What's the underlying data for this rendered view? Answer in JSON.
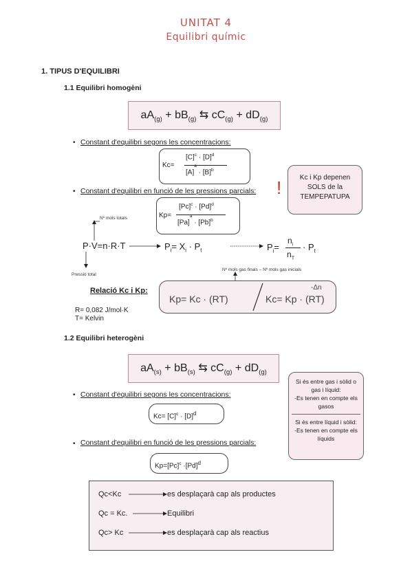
{
  "header": {
    "unit": "UNITAT 4",
    "subtitle": "Equilibri químic"
  },
  "section1": {
    "heading": "1.  TIPUS D'EQUILIBRI",
    "homo": {
      "heading": "1.1 Equilibri homogèni",
      "equation": {
        "aA": "aA",
        "s1": "(g)",
        "plus1": " + ",
        "bB": "bB",
        "s2": "(g)",
        "arrow": "⇆",
        "cC": "cC",
        "s3": "(g)",
        "plus2": " + ",
        "dD": "dD",
        "s4": "(g)"
      },
      "bullet_conc": "Constant d'equilibri segons les concentracions:",
      "kc": {
        "label": "Kc=",
        "num": "[C]",
        "c": "c",
        "dot": "·",
        "num2": "[D]",
        "d": "d",
        "den1": "[A]",
        "a": "a",
        "den2": "[B]",
        "b": "b"
      },
      "bullet_press": "Constant d'equilibri en funció de les pressions parcials:",
      "kp": {
        "label": "Kp=",
        "num": "[Pc]",
        "c": "c",
        "dot": "·",
        "num2": "[Pd]",
        "d": "d",
        "den1": "[Pa]",
        "a": "a",
        "den2": "[Pb]",
        "b": "b"
      },
      "warning": {
        "mark": "!",
        "text": "Kc i Kp depenen SOLS de la TEMPEPATUPA"
      },
      "ideal": {
        "mols_totals": "Nº mols totals",
        "pressio_total": "Pressió total",
        "pv": "P·V=n·R·T",
        "pi1": "P",
        "pi1_sub": "i",
        "pi1_rest": "= X",
        "xi_sub": "i",
        "pt": "· P",
        "pt_sub": "t",
        "pi2": "P",
        "pi2_sub": "i",
        "eq": "=",
        "ni": "n",
        "ni_sub": "i",
        "nt": "n",
        "nt_sub": "T",
        "pt2": "· P",
        "pt2_sub": "t"
      },
      "relacio": {
        "label": "Relació Kc i Kp:",
        "mols_gas": "Nº mols gas finals – Nº mols gas inicials",
        "dn": "Δn",
        "kp_eq": "Kp= Kc · (RT)",
        "kc_eq": "Kc= Kp · (RT)",
        "neg_dn": "-Δn",
        "r": "R= 0,082 J/mol·K",
        "t": "T= Kelvin"
      }
    },
    "hetero": {
      "heading": "1.2 Equilibri heterogèni",
      "equation": {
        "aA": "aA",
        "s1": "(s)",
        "plus1": " + ",
        "bB": "bB",
        "s2": "(s)",
        "arrow": "⇆",
        "cC": "cC",
        "s3": "(g)",
        "plus2": " + ",
        "dD": "dD",
        "s4": "(g)"
      },
      "bullet_conc": "Constant d'equilibri segons les concentracions:",
      "kc": {
        "label": "Kc=",
        "c1": "[C]",
        "c": "c",
        "dot": "·",
        "d1": "[D]",
        "d": "d"
      },
      "bullet_press": "Constant d'equilibri en funció de les pressions parcials:",
      "kp": {
        "label": "Kp=",
        "c1": "[Pc]",
        "c": "c",
        "dot": "·",
        "d1": "[Pd]",
        "d": "d"
      },
      "note": {
        "p1": "Si és entre gas i sòlid o gas i líquid:",
        "p2": "-Es tenen en compte els gasos",
        "p3": "Si és entre líquid i sòlid:",
        "p4": "-Es tenen en compte els líquids"
      }
    },
    "quotient": [
      {
        "cond": "Qc<Kc",
        "result": "es desplaçarà cap als productes"
      },
      {
        "cond": "Qc = Kc.",
        "result": "Equilibri"
      },
      {
        "cond": "Qc> Kc",
        "result": "es desplaçarà cap als reactius"
      }
    ]
  }
}
